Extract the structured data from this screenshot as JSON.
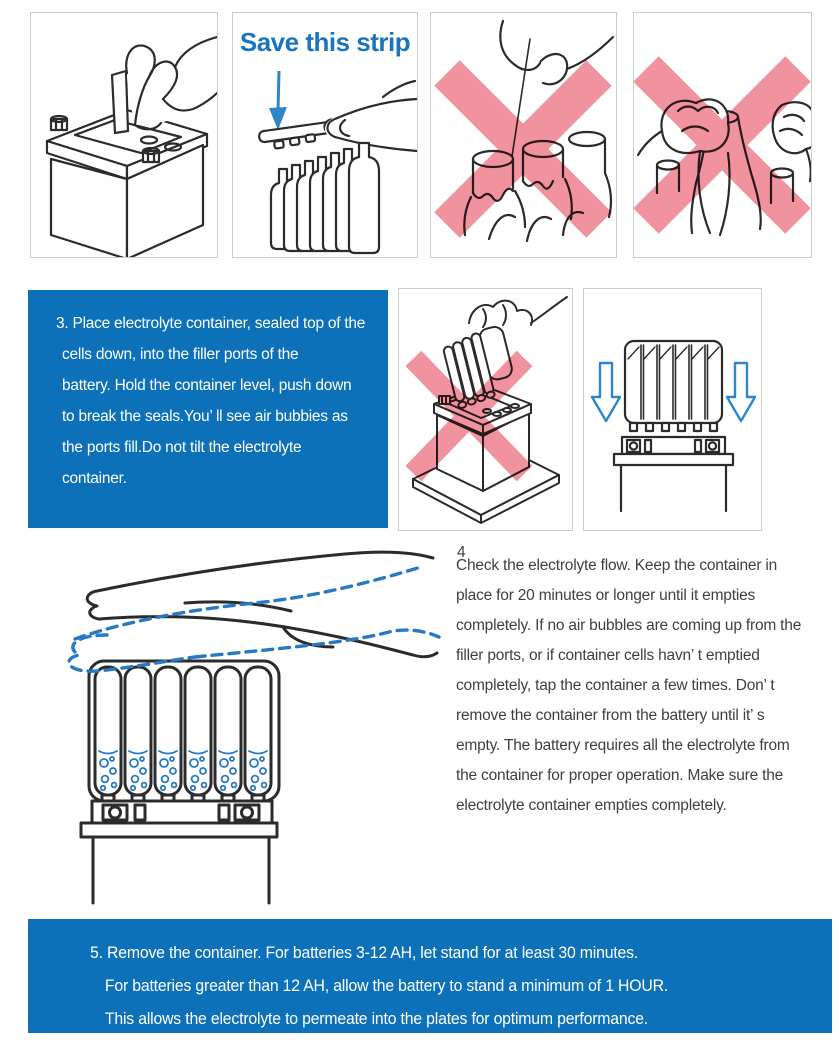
{
  "document": {
    "save_strip_label": "Save this strip",
    "step3": {
      "lines": [
        "3. Place electrolyte container, sealed top of the",
        "cells down, into the filler ports of the",
        "battery. Hold the container level, push down",
        "to break the seals.You’ ll see air bubbies as",
        "the ports fill.Do not tilt the electrolyte",
        "container."
      ]
    },
    "step4": {
      "number": "4",
      "lines": [
        "Check the electrolyte flow. Keep the container in",
        "place for 20 minutes or longer until it empties",
        "completely. If no air bubbles are coming up from the",
        "filler ports, or if container cells havn’ t emptied",
        "completely, tap the container a few times. Don’ t",
        "remove the container from the battery until it’ s",
        "empty. The battery requires all the electrolyte from",
        "the container for proper operation. Make sure the",
        "electrolyte container empties completely."
      ]
    },
    "step5": {
      "lines": [
        "5. Remove the container. For batteries 3-12 AH, let stand for at least 30 minutes.",
        "For batteries greater than 12 AH, allow the battery to stand a minimum of 1 HOUR.",
        "This allows the electrolyte to permeate into the plates for optimum performance."
      ]
    },
    "colors": {
      "instruction_box_blue": "#0d71b9",
      "title_blue": "#1b75bc",
      "arrow_blue": "#2e86c8",
      "dashed_motion_blue": "#2779c4",
      "liquid_blue": "#2779c4",
      "prohibition_pink": "#f0939f",
      "line_art": "#2b2b2b",
      "panel_border": "#cccccc",
      "body_text": "#3f3f3f",
      "instruction_text_white": "#ffffff"
    },
    "icons": {
      "prohibition": "prohibition-x-icon",
      "down_arrow": "down-arrow-icon",
      "save_strip_arrow": "save-strip-arrow-icon"
    }
  }
}
